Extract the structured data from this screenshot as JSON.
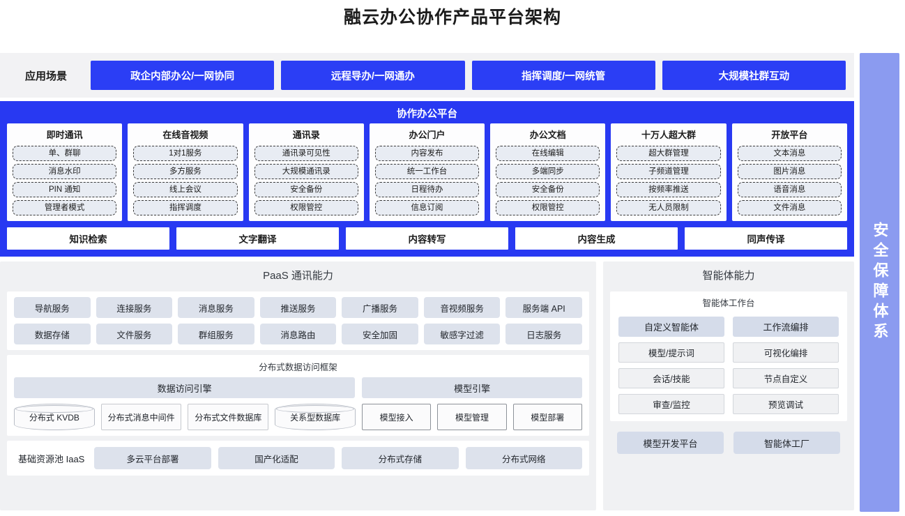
{
  "title": "融云办公协作产品平台架构",
  "security": {
    "label": "安全保障体系"
  },
  "scenarios": {
    "label": "应用场景",
    "items": [
      "政企内部办公/一网协同",
      "远程导办/一网通办",
      "指挥调度/一网统管",
      "大规模社群互动"
    ]
  },
  "collaboration": {
    "title": "协作办公平台",
    "columns": [
      {
        "head": "即时通讯",
        "items": [
          "单、群聊",
          "消息水印",
          "PIN 通知",
          "管理者模式"
        ]
      },
      {
        "head": "在线音视频",
        "items": [
          "1对1服务",
          "多方服务",
          "线上会议",
          "指挥调度"
        ]
      },
      {
        "head": "通讯录",
        "items": [
          "通讯录可见性",
          "大规模通讯录",
          "安全备份",
          "权限管控"
        ]
      },
      {
        "head": "办公门户",
        "items": [
          "内容发布",
          "统一工作台",
          "日程待办",
          "信息订阅"
        ]
      },
      {
        "head": "办公文档",
        "items": [
          "在线编辑",
          "多端同步",
          "安全备份",
          "权限管控"
        ]
      },
      {
        "head": "十万人超大群",
        "items": [
          "超大群管理",
          "子频道管理",
          "按频率推送",
          "无人员限制"
        ]
      },
      {
        "head": "开放平台",
        "items": [
          "文本消息",
          "图片消息",
          "语音消息",
          "文件消息"
        ]
      }
    ],
    "ai_row": [
      "知识检索",
      "文字翻译",
      "内容转写",
      "内容生成",
      "同声传译"
    ]
  },
  "paas": {
    "title": "PaaS 通讯能力",
    "services": [
      "导航服务",
      "连接服务",
      "消息服务",
      "推送服务",
      "广播服务",
      "音视频服务",
      "服务端 API",
      "数据存储",
      "文件服务",
      "群组服务",
      "消息路由",
      "安全加固",
      "敏感字过滤",
      "日志服务"
    ],
    "framework": {
      "title": "分布式数据访问框架",
      "engines": [
        {
          "name": "数据访问引擎"
        },
        {
          "name": "模型引擎"
        }
      ],
      "data_stores": [
        {
          "label": "分布式 KVDB",
          "shape": "cylinder"
        },
        {
          "label": "分布式消息中间件",
          "shape": "rect"
        },
        {
          "label": "分布式文件数据库",
          "shape": "rect"
        },
        {
          "label": "关系型数据库",
          "shape": "cylinder"
        }
      ],
      "model_stores": [
        {
          "label": "模型接入",
          "shape": "rect"
        },
        {
          "label": "模型管理",
          "shape": "rect"
        },
        {
          "label": "模型部署",
          "shape": "rect"
        }
      ]
    },
    "iaas": {
      "label": "基础资源池 IaaS",
      "items": [
        "多云平台部署",
        "国产化适配",
        "分布式存储",
        "分布式网络"
      ]
    }
  },
  "agent": {
    "title": "智能体能力",
    "workbench_title": "智能体工作台",
    "columns": [
      {
        "head": "自定义智能体",
        "items": [
          "模型/提示词",
          "会话/技能",
          "审查/监控"
        ]
      },
      {
        "head": "工作流编排",
        "items": [
          "可视化编排",
          "节点自定义",
          "预览调试"
        ]
      }
    ],
    "bottom": [
      "模型开发平台",
      "智能体工厂"
    ]
  },
  "colors": {
    "brand_blue": "#2839f2",
    "scenario_blue": "#2b3ef5",
    "security_purple": "#8b9bf0",
    "panel_gray": "#f0f1f3",
    "chip_blue_gray": "#dde2ec"
  }
}
